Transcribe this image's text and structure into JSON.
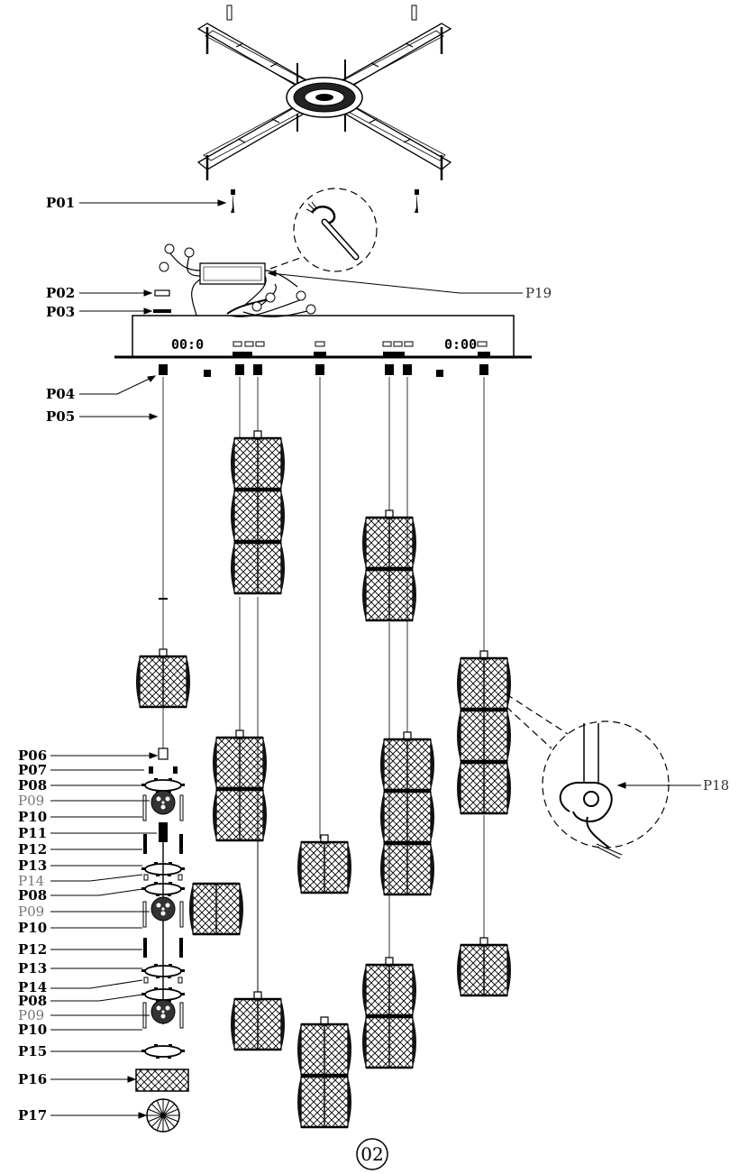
{
  "labels": {
    "p01": "P01",
    "p02": "P02",
    "p03": "P03",
    "p04": "P04",
    "p05": "P05",
    "p06": "P06",
    "p07": "P07",
    "p08a": "P08",
    "p09a": "P09",
    "p10a": "P10",
    "p11": "P11",
    "p12a": "P12",
    "p13a": "P13",
    "p14a": "P14",
    "p08b": "P08",
    "p09b": "P09",
    "p10b": "P10",
    "p12b": "P12",
    "p13b": "P13",
    "p14b": "P14",
    "p08c": "P08",
    "p09c": "P09",
    "p10c": "P10",
    "p15": "P15",
    "p16": "P16",
    "p17": "P17",
    "p18": "P18",
    "p19": "P19"
  },
  "canopy": {
    "left_mark": "00:0",
    "right_mark": "0:00"
  },
  "page_number": "02"
}
